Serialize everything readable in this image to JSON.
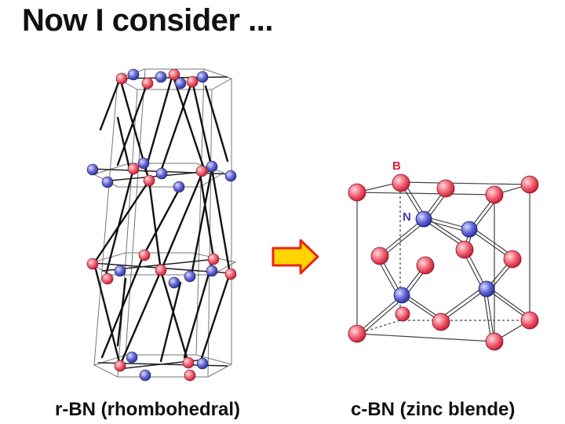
{
  "slide": {
    "title": "Now I consider ...",
    "left_caption": "r-BN (rhombohedral)",
    "right_caption": "c-BN (zinc blende)"
  },
  "structures": {
    "zinc_blende": {
      "label_b": "B",
      "label_n": "N"
    }
  },
  "colors": {
    "boron": "#e0223a",
    "nitrogen": "#3b3fb5",
    "arrow_fill": "#ffd400",
    "arrow_stroke": "#e8261a"
  },
  "icons": {
    "transition": "right-arrow-icon"
  }
}
